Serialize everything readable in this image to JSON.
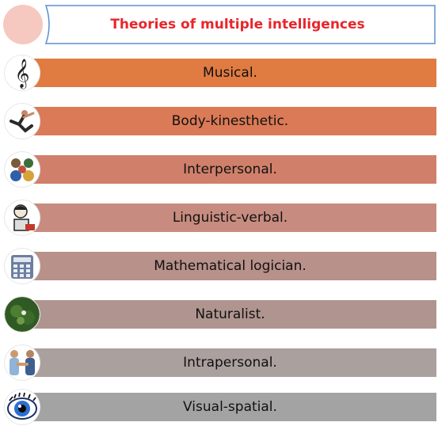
{
  "header": {
    "title": "Theories of multiple intelligences"
  },
  "items": [
    {
      "label": "Musical.",
      "icon": "treble-clef-icon",
      "color": "#e07b42"
    },
    {
      "label": "Body-kinesthetic.",
      "icon": "dancer-icon",
      "color": "#db7a56"
    },
    {
      "label": "Interpersonal.",
      "icon": "people-group-icon",
      "color": "#d0806a"
    },
    {
      "label": "Linguistic-verbal.",
      "icon": "reader-icon",
      "color": "#c78c7f"
    },
    {
      "label": "Mathematical logician.",
      "icon": "calculator-icon",
      "color": "#b8918a"
    },
    {
      "label": "Naturalist.",
      "icon": "nature-icon",
      "color": "#af948f"
    },
    {
      "label": "Intrapersonal.",
      "icon": "handshake-icon",
      "color": "#aaa09e"
    },
    {
      "label": "Visual-spatial.",
      "icon": "eye-icon",
      "color": "#a3a3a3"
    }
  ]
}
